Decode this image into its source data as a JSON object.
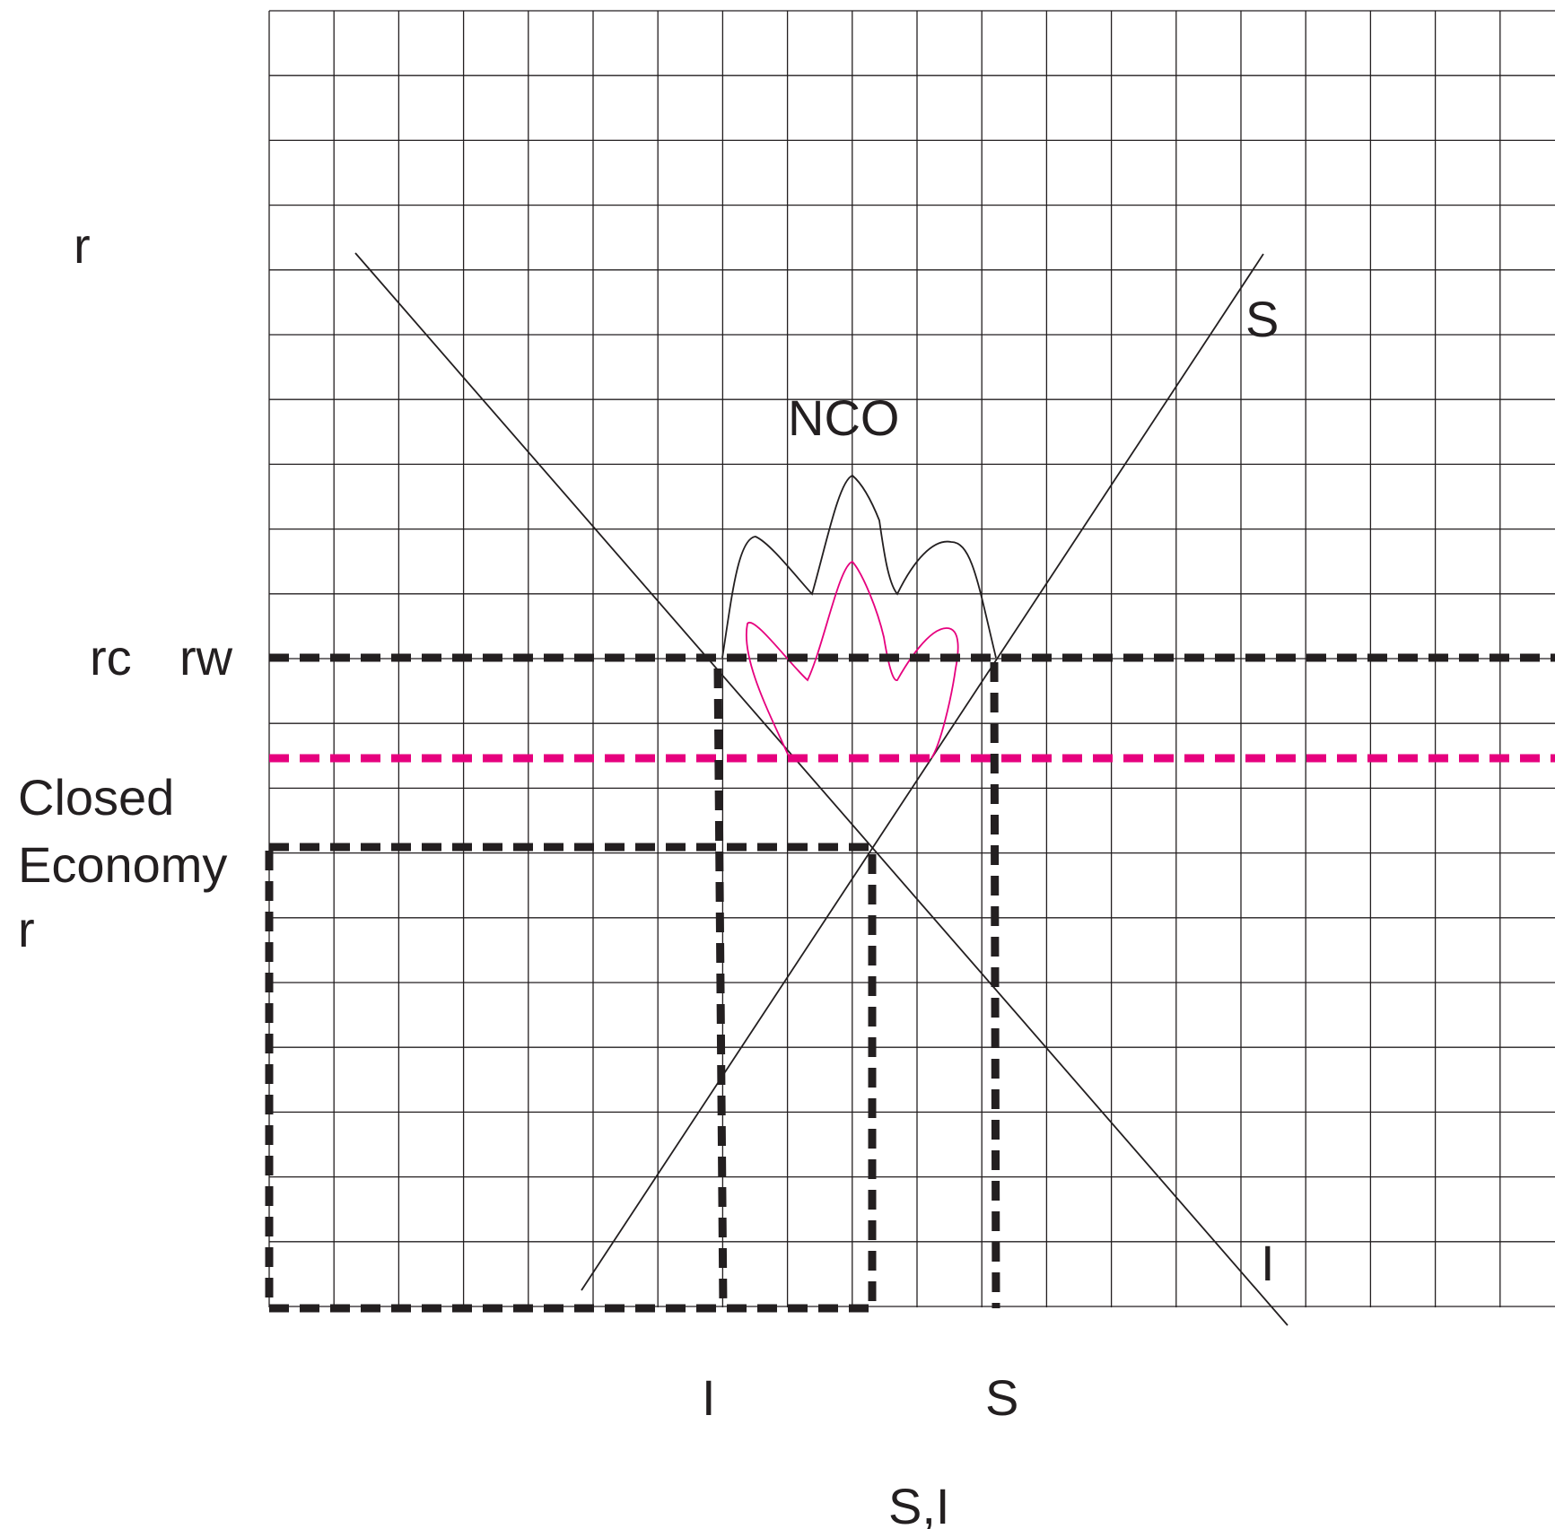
{
  "labels": {
    "y_axis_top": "r",
    "rc": "rc",
    "rw": "rw",
    "closed_line1": "Closed",
    "closed_line2": "Economy",
    "closed_line3": "r",
    "nco": "NCO",
    "savings_curve": "S",
    "investment_curve": "I",
    "x_tick_investment": "I",
    "x_tick_savings": "S",
    "x_axis": "S,I"
  },
  "colors": {
    "grid": "#231f20",
    "curve": "#231f20",
    "dashed_black": "#231f20",
    "dashed_magenta": "#e6007e",
    "magenta_bracket": "#e6007e",
    "background": "#ffffff"
  }
}
